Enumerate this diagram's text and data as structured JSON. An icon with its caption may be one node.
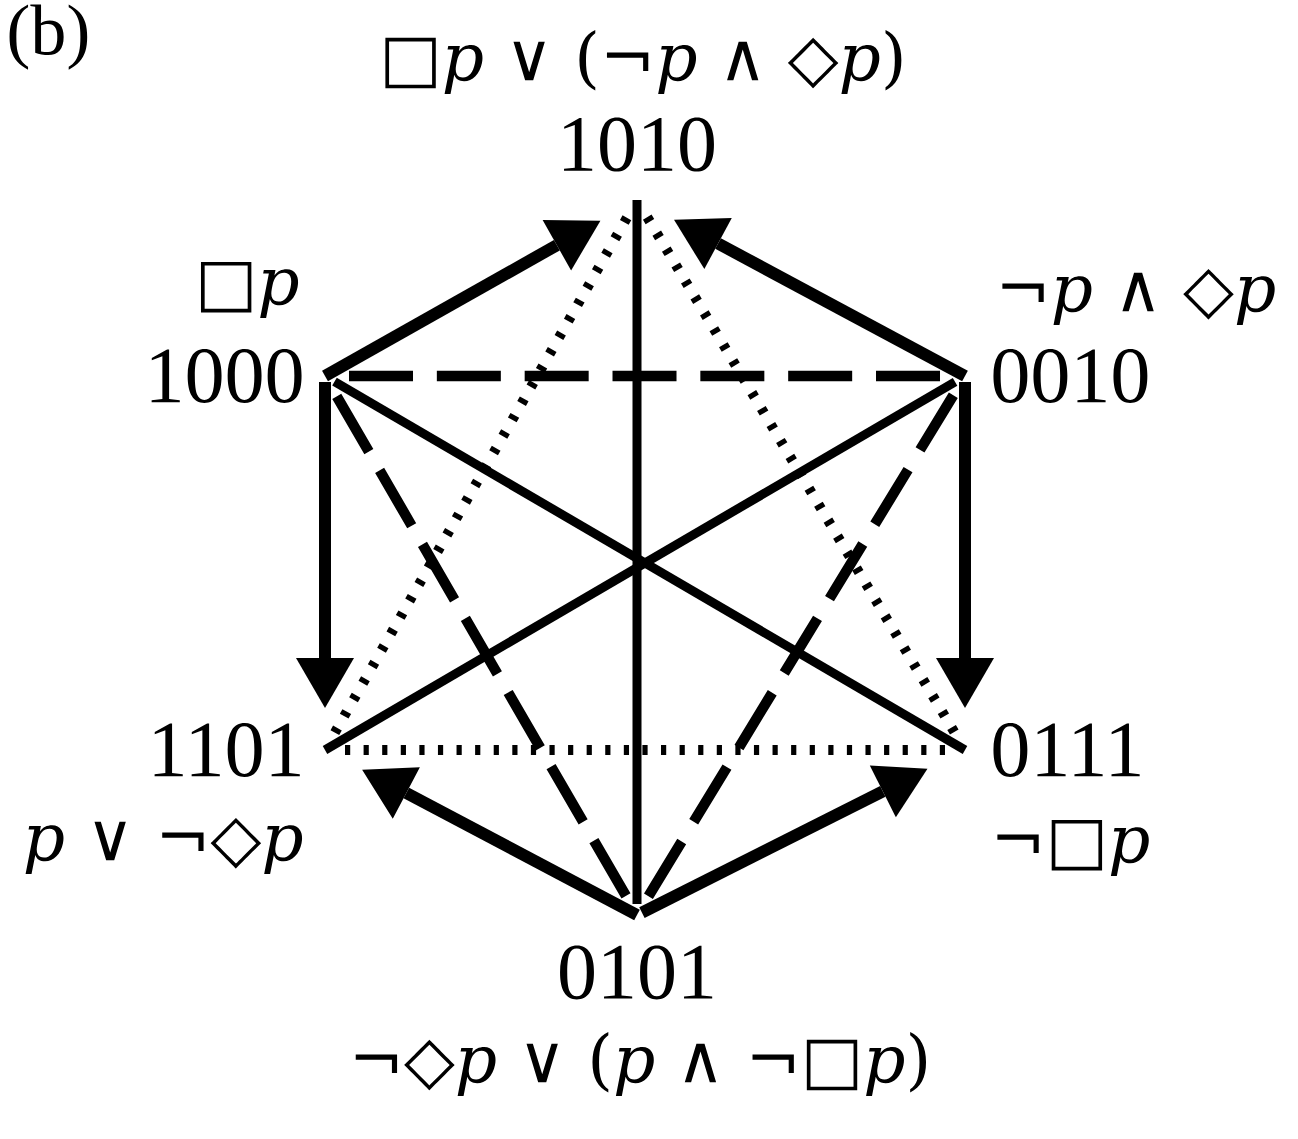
{
  "diagram": {
    "nodes": [
      {
        "text": [
          "1010"
        ],
        "beside": [
          "□*p* ∨ (¬*p* ∧ ◇*p*)"
        ]
      },
      {
        "text": [
          "1000"
        ],
        "beside": [
          "□*p*"
        ]
      },
      {
        "text": [
          "0010"
        ],
        "beside": [
          "¬*p* ∧ ◇*p*"
        ]
      },
      {
        "text": [
          "1101"
        ],
        "beside": [
          "*p* ∨ ¬◇*p*"
        ]
      },
      {
        "text": [
          "0111"
        ],
        "beside": [
          "¬□*p*"
        ]
      },
      {
        "text": [
          "0101"
        ],
        "beside": [
          "¬◇*p* ∨ (*p* ∧ ¬□*p*)"
        ]
      }
    ],
    "edges": [
      {
        "from": 1,
        "to": 0,
        "arrow": "to"
      },
      {
        "from": 2,
        "to": 0,
        "arrow": "to"
      },
      {
        "from": 1,
        "to": 3,
        "arrow": "to"
      },
      {
        "from": 2,
        "to": 4,
        "arrow": "to"
      },
      {
        "from": 5,
        "to": 3,
        "arrow": "to"
      },
      {
        "from": 5,
        "to": 4,
        "arrow": "to"
      },
      {
        "from": 1,
        "to": 2,
        "arrow": "none",
        "style": "dashed"
      },
      {
        "from": 3,
        "to": 4,
        "arrow": "none",
        "style": "dashed"
      },
      {
        "from": 0,
        "to": 5,
        "arrow": "none"
      },
      {
        "from": 1,
        "to": 4,
        "arrow": "none"
      },
      {
        "from": 2,
        "to": 3,
        "arrow": "none"
      },
      {
        "from": 1,
        "to": 5,
        "arrow": "none",
        "style": "dashed"
      },
      {
        "from": 2,
        "to": 5,
        "arrow": "none",
        "style": "dashed"
      },
      {
        "from": 0,
        "to": 3,
        "arrow": "none",
        "style": "dashed"
      },
      {
        "from": 0,
        "to": 4,
        "arrow": "none",
        "style": "dashed"
      }
    ],
    "labels": [
      "(b)"
    ]
  }
}
